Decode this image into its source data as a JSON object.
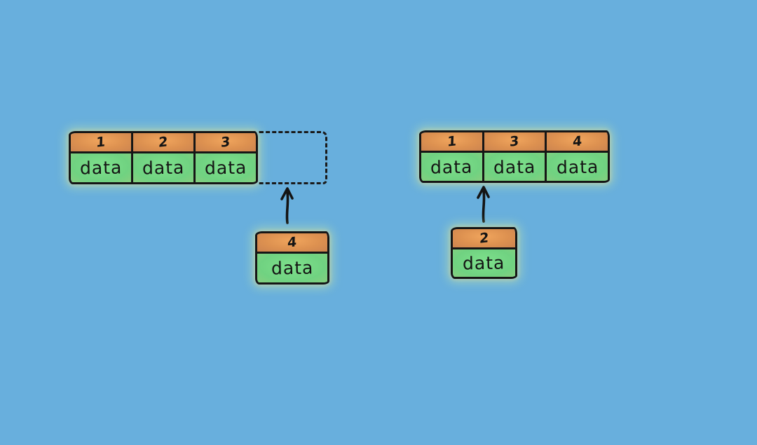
{
  "diagram": {
    "description": "Hand-drawn sketch of inserting elements into an array",
    "colors": {
      "background": "#68AFDD",
      "header_orange": "#DD9150",
      "cell_green": "#72D483",
      "stroke": "#161616"
    },
    "left": {
      "cells": [
        {
          "index": "1",
          "value": "data"
        },
        {
          "index": "2",
          "value": "data"
        },
        {
          "index": "3",
          "value": "data"
        }
      ],
      "empty_slot": "dashed placeholder for position 4",
      "incoming": {
        "index": "4",
        "value": "data"
      }
    },
    "right": {
      "cells": [
        {
          "index": "1",
          "value": "data"
        },
        {
          "index": "3",
          "value": "data"
        },
        {
          "index": "4",
          "value": "data"
        }
      ],
      "incoming": {
        "index": "2",
        "value": "data"
      }
    }
  }
}
